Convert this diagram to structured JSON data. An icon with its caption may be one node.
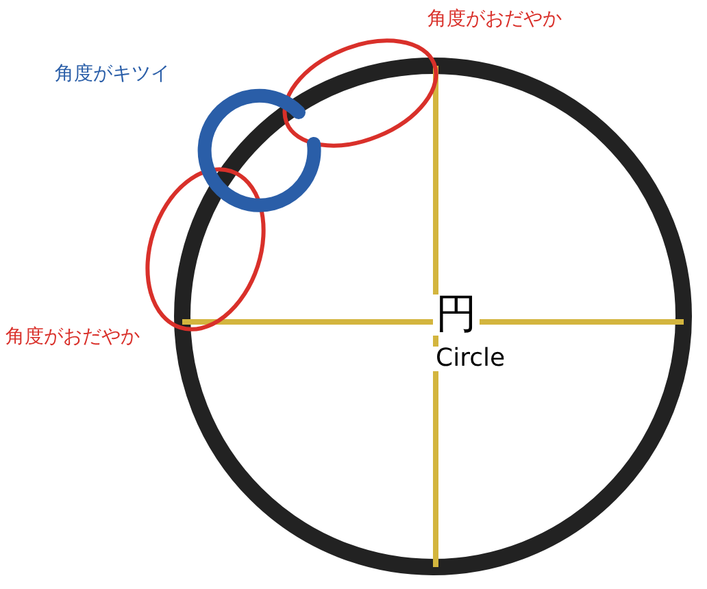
{
  "diagram": {
    "nodes": [
      {
        "text": [
          "円",
          "Circle"
        ]
      }
    ],
    "labels": [
      "角度がおだやか",
      "角度がキツイ",
      "角度がおだやか"
    ]
  }
}
